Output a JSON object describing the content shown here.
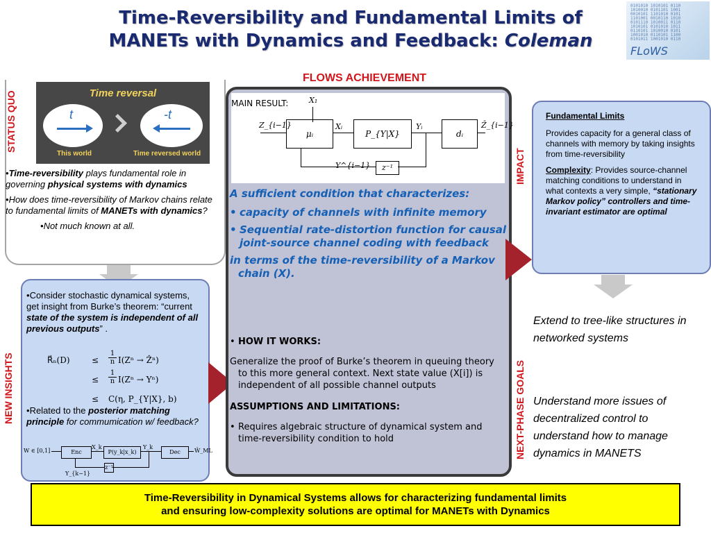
{
  "title": {
    "line1": "Time-Reversibility and Fundamental Limits of",
    "line2_main": "MANETs with Dynamics and Feedback: ",
    "line2_author": "Coleman"
  },
  "logo": {
    "wordmark": "FLoWS"
  },
  "flows_achievement": "FLOWS ACHIEVEMENT",
  "labels": {
    "status_quo": "STATUS QUO",
    "new_insights": "NEW INSIGHTS",
    "impact": "IMPACT",
    "next_phase": "NEXT-PHASE GOALS"
  },
  "status_quo": {
    "image": {
      "caption": "Time reversal",
      "left_symbol": "t",
      "right_symbol": "-t",
      "left_label": "This world",
      "right_label": "Time reversed world"
    },
    "b1": {
      "a": "Time-reversibility",
      "b": " plays fundamental role in governing ",
      "c": "physical systems with dynamics"
    },
    "b2": {
      "a": "How does time-reversibility of Markov chains relate to fundamental limits of ",
      "b": "MANETs with dynamics",
      "c": "?"
    },
    "b3": "Not much known at all."
  },
  "new_insights": {
    "b1": {
      "a": "Consider stochastic dynamical systems, get insight from Burke’s theorem: “current ",
      "b": "state of the system  is independent of all previous outputs",
      "c": "” ."
    },
    "eq": {
      "lhs": "R⃗ₙ(D)",
      "leq": "≤",
      "r1": "I(Zⁿ → Ẑⁿ)",
      "r2": "I(Zⁿ → Yⁿ)",
      "r3": "C(η, P_{Y|X}, b)",
      "frac_num": "1",
      "frac_den": "n"
    },
    "b2": {
      "a": "Related to the ",
      "b": "posterior matching principle",
      "c": " for commumication w/ feedback?"
    },
    "diagram": {
      "input": "W ∈ [0,1]",
      "enc": "Enc",
      "xk": "X_k",
      "channel": "P(y_k|x_k)",
      "yk": "Y_k",
      "dec": "Dec",
      "out": "Ŵ_ML",
      "delay": "z⁻¹",
      "fb": "Y_{k−1}"
    }
  },
  "center": {
    "main_result_label": "MAIN RESULT:",
    "diagram": {
      "z_in": "Z_{i−1}",
      "mu": "μᵢ",
      "x1": "X₁",
      "xi": "Xᵢ",
      "channel": "P_{Y|X}",
      "yi": "Yᵢ",
      "d": "dᵢ",
      "z_out": "Ẑ_{i−1}",
      "fb": "Y^{i−1}",
      "delay": "z⁻¹"
    },
    "suff": "A sufficient condition that characterizes:",
    "b1": " capacity of channels with infinite memory",
    "b2": "Sequential rate-distortion function for causal joint-source channel coding with feedback",
    "terms": "in terms of the time-reversibility of a Markov chain (X).",
    "how": "HOW IT WORKS:",
    "generalize": "Generalize the proof of Burke’s theorem in queuing theory to this more general context.  Next state value (X[i]) is independent of all possible channel outputs",
    "assump": "ASSUMPTIONS AND LIMITATIONS:",
    "req": "Requires algebraic structure of dynamical system and time-reversibility condition to hold"
  },
  "impact": {
    "fl_title": "Fundamental Limits",
    "fl_text": "Provides capacity for a general class of channels with memory by taking insights from time-reversibility",
    "cx_title": "Complexity",
    "cx_text": ": Provides source-channel matching conditions to understand in what contexts a very simple, ",
    "cx_bold": "“stationary Markov policy” controllers and time-invariant estimator are optimal"
  },
  "next": {
    "g1": "Extend to tree-like structures in networked systems",
    "g2": "Understand more issues of decentralized control to understand how to manage dynamics in MANETS"
  },
  "footer": {
    "line1": "Time-Reversibility in Dynamical Systems allows for characterizing fundamental limits",
    "line2": "and ensuring low-complexity solutions are optimal for MANETs with Dynamics"
  },
  "colors": {
    "title": "#1a2a70",
    "label_red": "#d0161b",
    "panel_blue": "#c7d9f3",
    "center_panel": "#c0c2d6",
    "arrow_red": "#a3222c",
    "footer_bg": "#ffff00",
    "blue_text": "#1560b5"
  }
}
